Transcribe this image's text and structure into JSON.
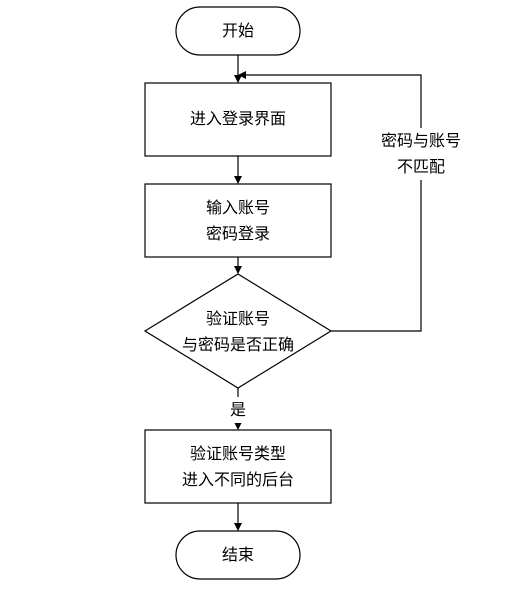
{
  "flowchart": {
    "start": "开始",
    "enter_login": "进入登录界面",
    "input_login": [
      "输入账号",
      "密码登录"
    ],
    "verify": [
      "验证账号",
      "与密码是否正确"
    ],
    "mismatch_label": [
      "密码与账号",
      "不匹配"
    ],
    "yes_label": "是",
    "verify_type": [
      "验证账号类型",
      "进入不同的后台"
    ],
    "end": "结束"
  },
  "colors": {
    "stroke": "#000000",
    "fill": "#ffffff",
    "text": "#000000"
  }
}
